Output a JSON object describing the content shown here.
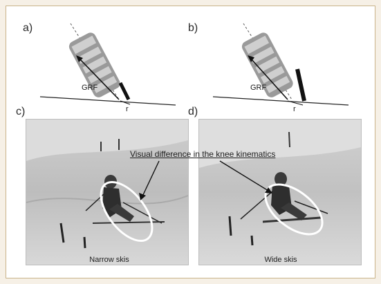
{
  "panels": {
    "a": {
      "label": "a)",
      "grf_label": "GRF",
      "r_label": "r"
    },
    "b": {
      "label": "b)",
      "grf_label": "GRF",
      "r_label": "r"
    },
    "c": {
      "label": "c)",
      "caption": "Narrow skis"
    },
    "d": {
      "label": "d)",
      "caption": "Wide skis"
    }
  },
  "callout": {
    "text": "Visual difference in the knee kinematics"
  },
  "colors": {
    "border": "#c9b38a",
    "background": "#f6f0e6",
    "highlight": "#ffffff"
  }
}
